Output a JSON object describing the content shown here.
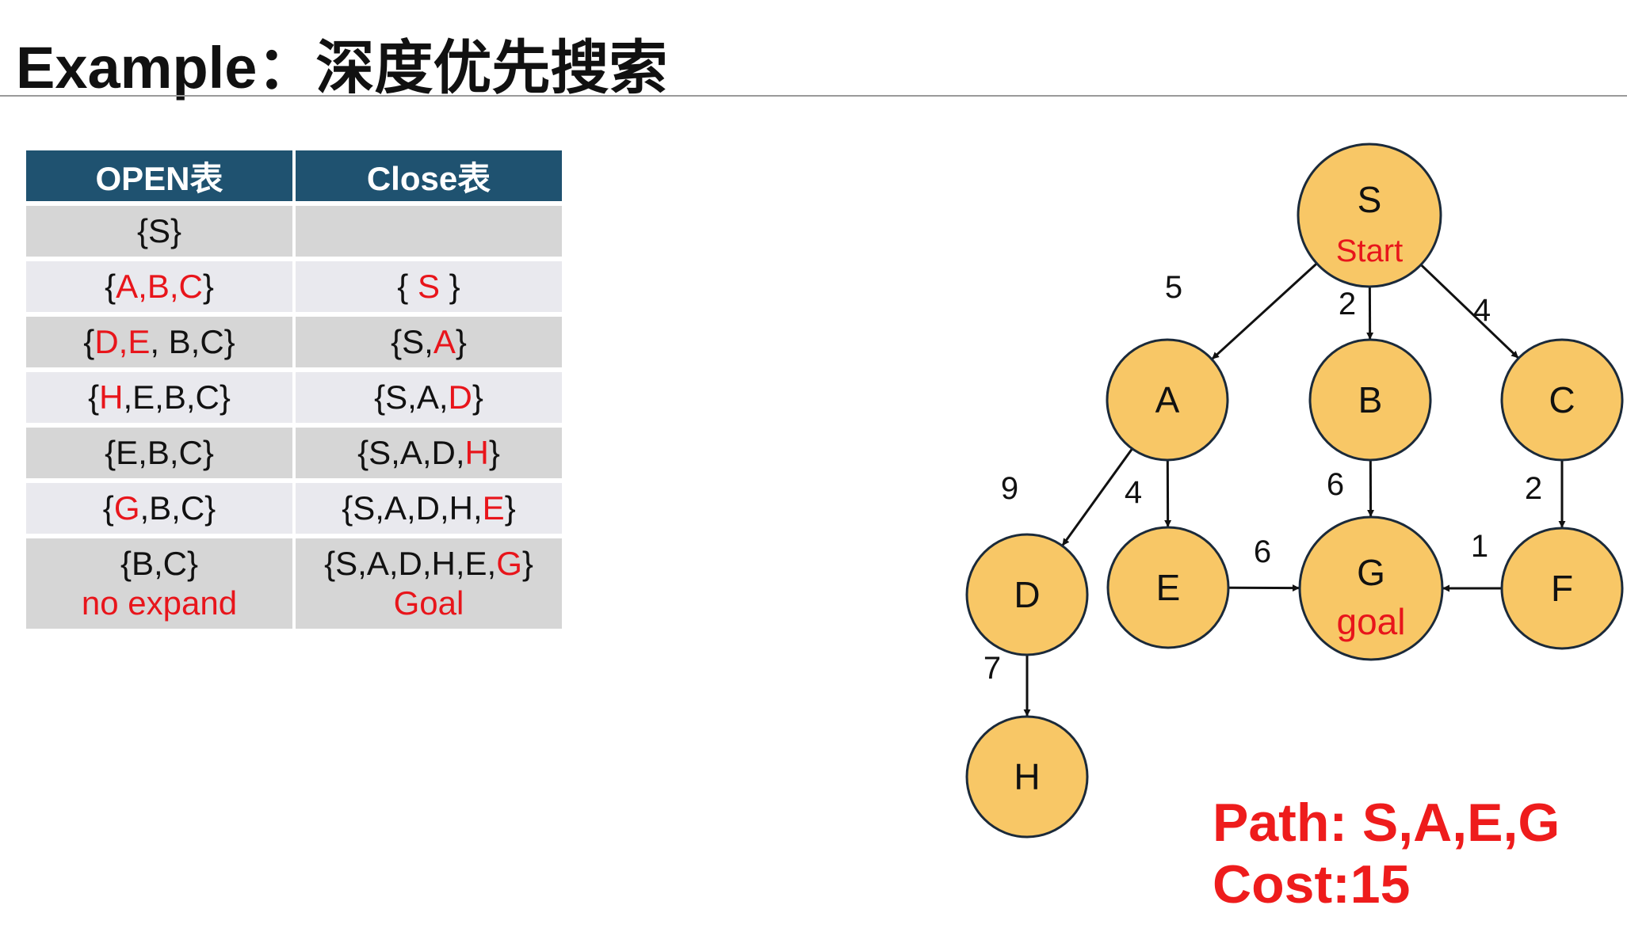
{
  "title": "Example：深度优先搜索",
  "table": {
    "headers": [
      "OPEN表",
      "Close表"
    ],
    "rows": [
      {
        "open": [
          {
            "t": "{S}",
            "hl": false
          }
        ],
        "close": []
      },
      {
        "open": [
          {
            "t": "{",
            "hl": false
          },
          {
            "t": "A,B,C",
            "hl": true
          },
          {
            "t": "}",
            "hl": false
          }
        ],
        "close": [
          {
            "t": "{ ",
            "hl": false
          },
          {
            "t": "S",
            "hl": true
          },
          {
            "t": " }",
            "hl": false
          }
        ]
      },
      {
        "open": [
          {
            "t": "{",
            "hl": false
          },
          {
            "t": "D,E",
            "hl": true
          },
          {
            "t": ", B,C}",
            "hl": false
          }
        ],
        "close": [
          {
            "t": "{S,",
            "hl": false
          },
          {
            "t": "A",
            "hl": true
          },
          {
            "t": "}",
            "hl": false
          }
        ]
      },
      {
        "open": [
          {
            "t": "{",
            "hl": false
          },
          {
            "t": "H",
            "hl": true
          },
          {
            "t": ",E,B,C}",
            "hl": false
          }
        ],
        "close": [
          {
            "t": "{S,A,",
            "hl": false
          },
          {
            "t": "D",
            "hl": true
          },
          {
            "t": "}",
            "hl": false
          }
        ]
      },
      {
        "open": [
          {
            "t": "{E,B,C}",
            "hl": false
          }
        ],
        "close": [
          {
            "t": "{S,A,D,",
            "hl": false
          },
          {
            "t": "H",
            "hl": true
          },
          {
            "t": "}",
            "hl": false
          }
        ]
      },
      {
        "open": [
          {
            "t": "{",
            "hl": false
          },
          {
            "t": "G",
            "hl": true
          },
          {
            "t": ",B,C}",
            "hl": false
          }
        ],
        "close": [
          {
            "t": "{S,A,D,H,",
            "hl": false
          },
          {
            "t": "E",
            "hl": true
          },
          {
            "t": "}",
            "hl": false
          }
        ]
      },
      {
        "open": [
          {
            "t": "{B,C}",
            "hl": false
          }
        ],
        "open_note": "no expand",
        "close": [
          {
            "t": "{S,A,D,H,E,",
            "hl": false
          },
          {
            "t": "G",
            "hl": true
          },
          {
            "t": "}",
            "hl": false
          }
        ],
        "close_note": "Goal"
      }
    ]
  },
  "graph": {
    "nodes": [
      {
        "id": "S",
        "label": "S",
        "sublabel": "Start"
      },
      {
        "id": "A",
        "label": "A"
      },
      {
        "id": "B",
        "label": "B"
      },
      {
        "id": "C",
        "label": "C"
      },
      {
        "id": "D",
        "label": "D"
      },
      {
        "id": "E",
        "label": "E"
      },
      {
        "id": "G",
        "label": "G",
        "sublabel": "goal"
      },
      {
        "id": "F",
        "label": "F"
      },
      {
        "id": "H",
        "label": "H"
      }
    ],
    "edges": [
      {
        "from": "S",
        "to": "A",
        "cost": "5"
      },
      {
        "from": "S",
        "to": "B",
        "cost": "2"
      },
      {
        "from": "S",
        "to": "C",
        "cost": "4"
      },
      {
        "from": "A",
        "to": "D",
        "cost": "9"
      },
      {
        "from": "A",
        "to": "E",
        "cost": "4"
      },
      {
        "from": "B",
        "to": "G",
        "cost": "6"
      },
      {
        "from": "C",
        "to": "F",
        "cost": "2"
      },
      {
        "from": "E",
        "to": "G",
        "cost": "6"
      },
      {
        "from": "F",
        "to": "G",
        "cost": "1"
      },
      {
        "from": "D",
        "to": "H",
        "cost": "7"
      }
    ],
    "colors": {
      "node_fill": "#f8c766",
      "node_stroke": "#1b2a3a",
      "edge": "#111111",
      "highlight": "#e8151b"
    }
  },
  "result": {
    "path": "Path: S,A,E,G",
    "cost": "Cost:15"
  }
}
